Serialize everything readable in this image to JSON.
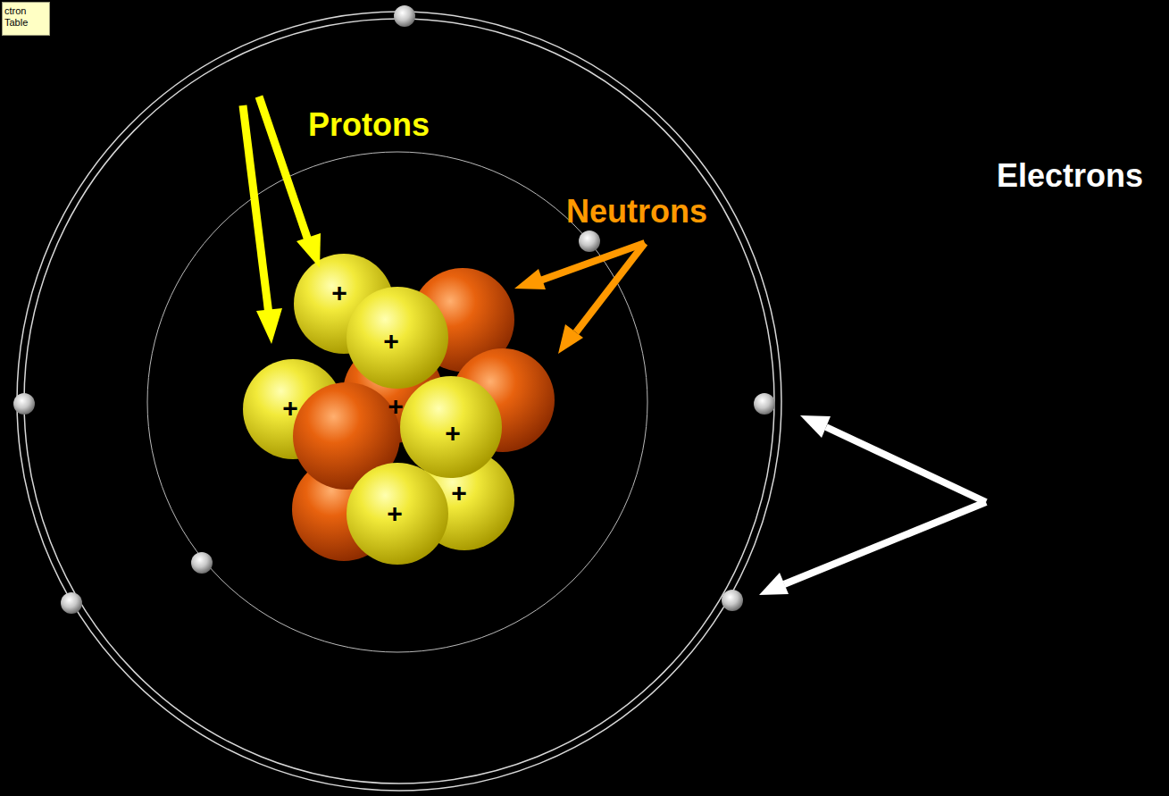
{
  "diagram": {
    "nodes": [
      {
        "text": [
          "ctron Table"
        ]
      }
    ],
    "labels": [
      "Protons",
      "Neutrons",
      "Electrons",
      "+",
      "+",
      "+",
      "+",
      "+",
      "+",
      "+"
    ]
  }
}
